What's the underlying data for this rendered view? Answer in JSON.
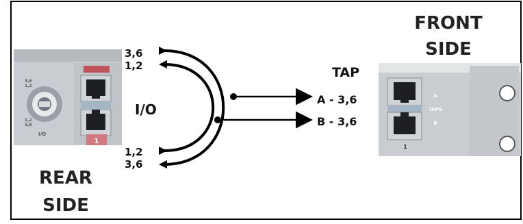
{
  "labels": {
    "front_side_line1": "FRONT",
    "front_side_line2": "SIDE",
    "rear_side_line1": "REAR",
    "rear_side_line2": "SIDE",
    "io": "I/O",
    "tap": "TAP",
    "top_pair_a": "3,6",
    "top_pair_b": "1,2",
    "bottom_pair_a": "1,2",
    "bottom_pair_b": "3,6",
    "out_a": "A - 3,6",
    "out_b": "B - 3,6"
  },
  "rear_panel": {
    "port_number": "1",
    "io_small": "I/O",
    "small_top": "3,6",
    "small_top2": "1,2",
    "small_bottom": "1,2",
    "small_bottom2": "3,6"
  },
  "front_panel": {
    "port_number": "1",
    "label_a": "A",
    "label_taps": "TAPS",
    "label_b": "B"
  },
  "colors": {
    "line": "#000000",
    "panel": "#c9cdd1",
    "panel_dark": "#9aa0a6",
    "port_red": "#c0505a",
    "port_label_bg": "#d27a80"
  }
}
